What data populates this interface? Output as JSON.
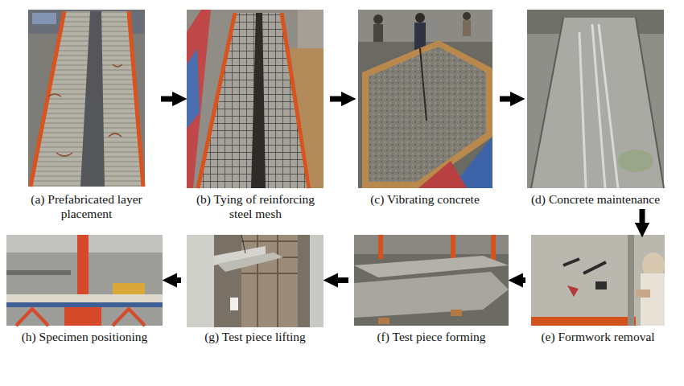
{
  "diagram": {
    "nodes": [
      {
        "text": [
          "(a) Prefabricated layer placement"
        ]
      },
      {
        "text": [
          "(b) Tying of reinforcing steel mesh"
        ]
      },
      {
        "text": [
          "(c) Vibrating concrete"
        ]
      },
      {
        "text": [
          "(d) Concrete maintenance"
        ]
      },
      {
        "text": [
          "(e) Formwork removal"
        ]
      },
      {
        "text": [
          "(f) Test piece forming"
        ]
      },
      {
        "text": [
          "(g) Test piece lifting"
        ]
      },
      {
        "text": [
          "(h) Specimen positioning"
        ]
      }
    ],
    "edges": [
      {
        "from": 0,
        "to": 1,
        "arrow": "to"
      },
      {
        "from": 1,
        "to": 2,
        "arrow": "to"
      },
      {
        "from": 2,
        "to": 3,
        "arrow": "to"
      },
      {
        "from": 3,
        "to": 4,
        "arrow": "to"
      },
      {
        "from": 4,
        "to": 5,
        "arrow": "to"
      },
      {
        "from": 5,
        "to": 6,
        "arrow": "to"
      },
      {
        "from": 6,
        "to": 7,
        "arrow": "to"
      }
    ]
  }
}
